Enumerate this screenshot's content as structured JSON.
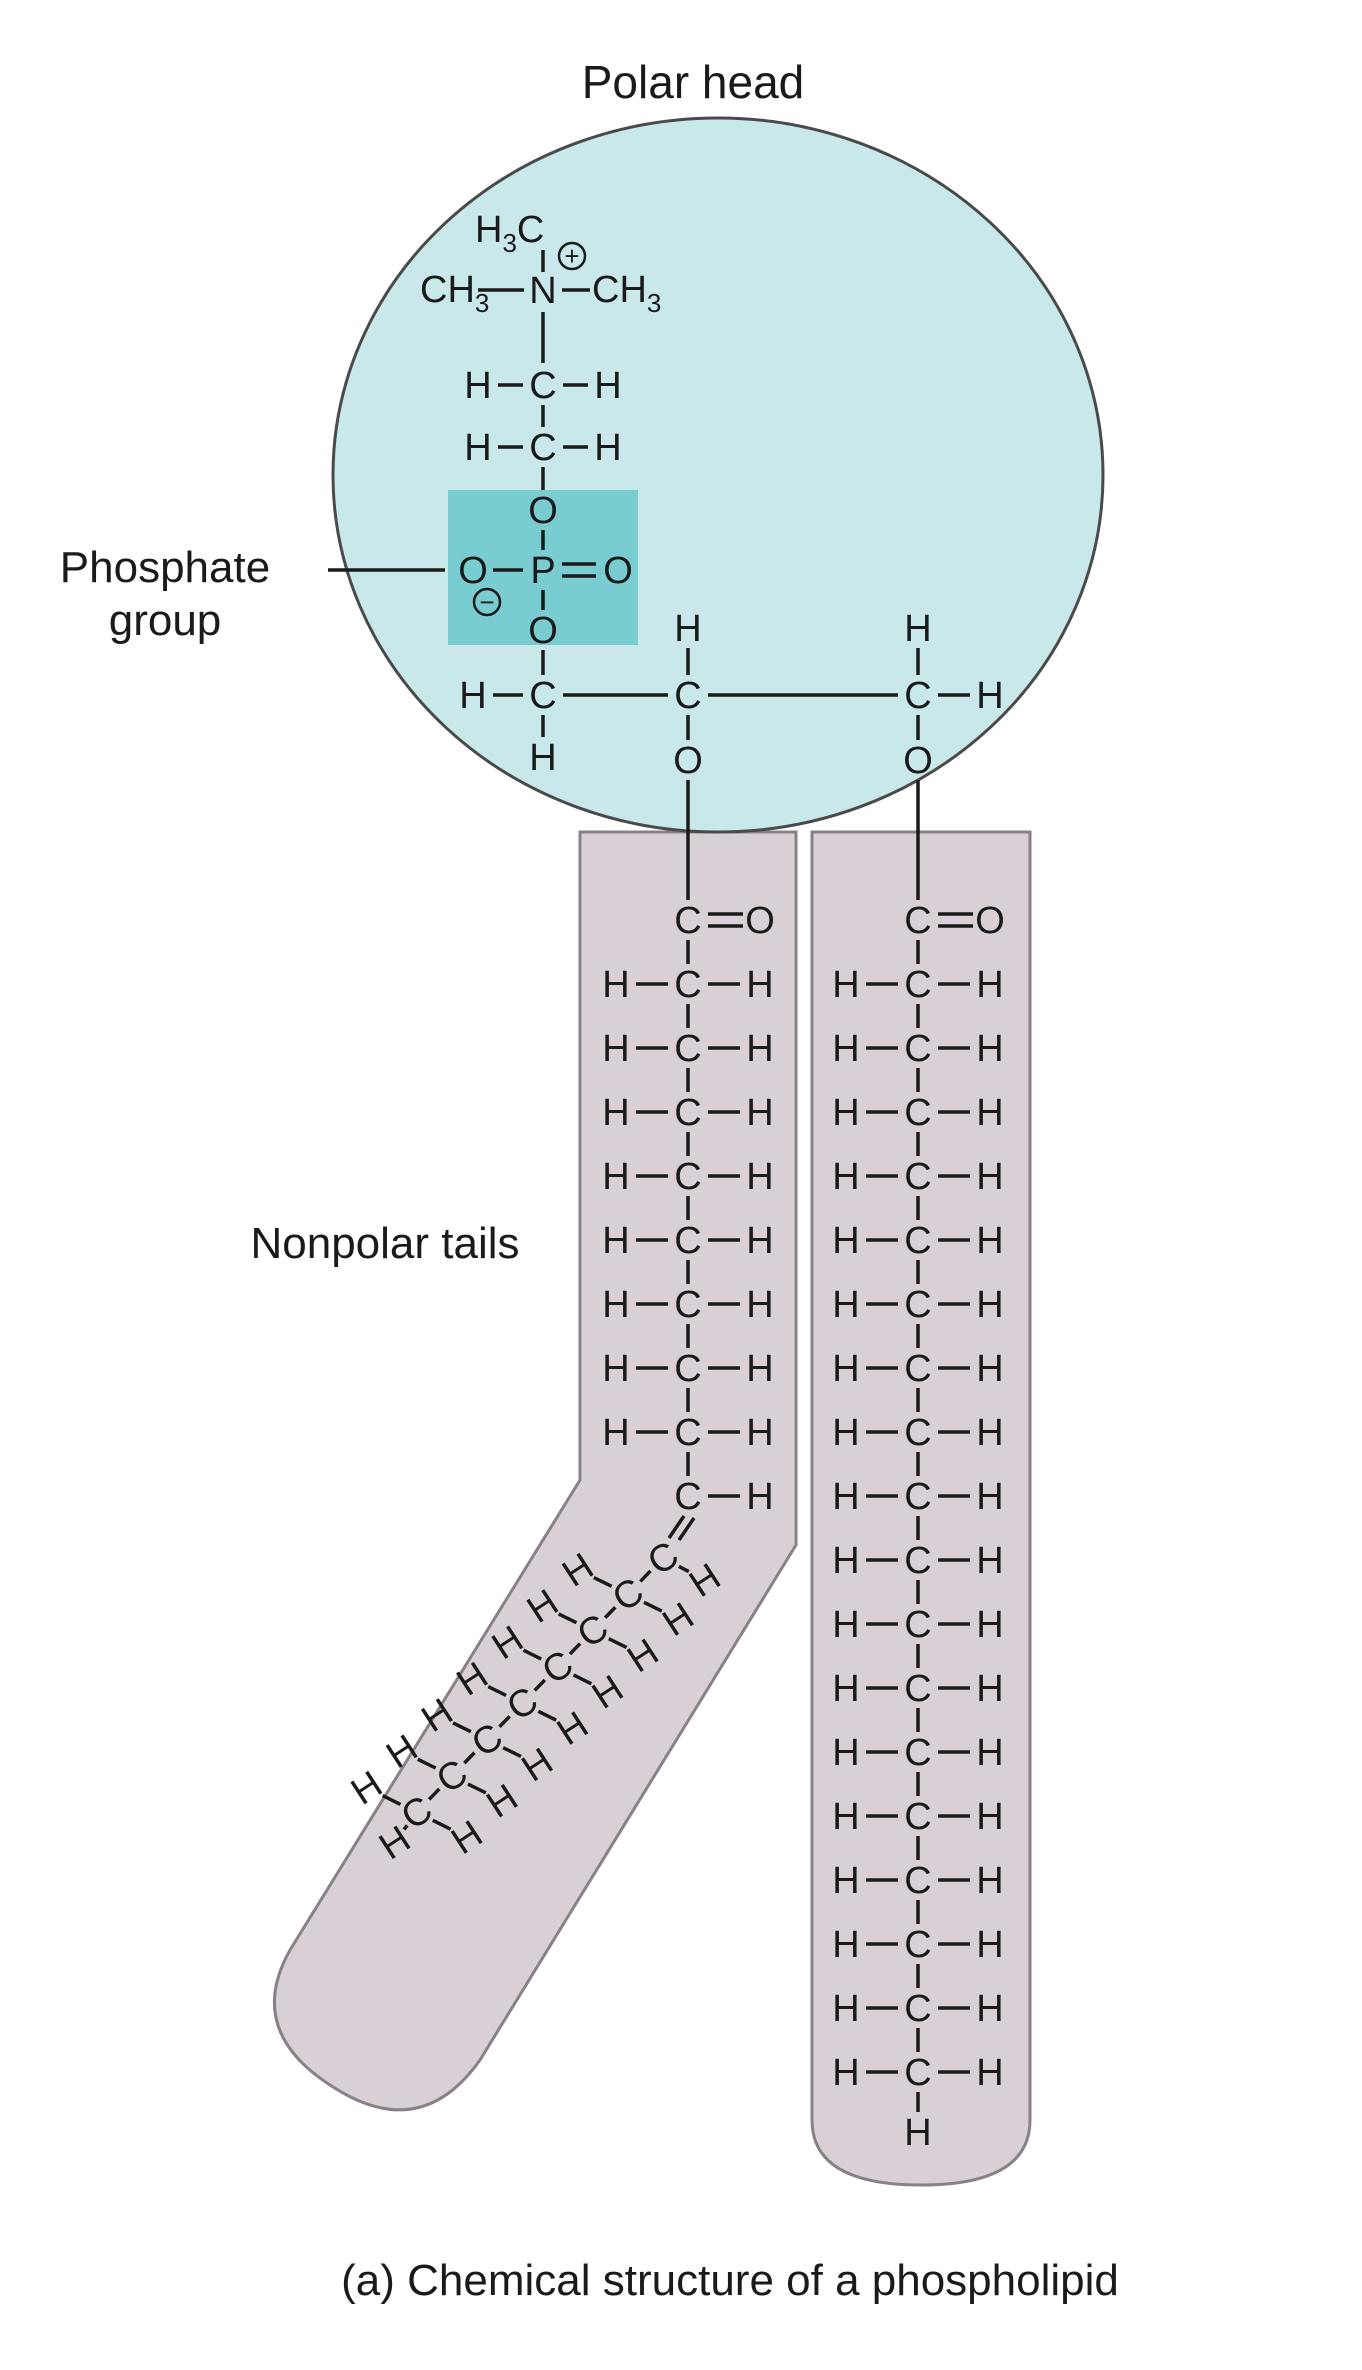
{
  "labels": {
    "polar_head": "Polar head",
    "phosphate_line1": "Phosphate",
    "phosphate_line2": "group",
    "nonpolar_tails": "Nonpolar tails",
    "caption": "(a) Chemical structure of a phospholipid"
  },
  "choline": {
    "methyl_top": "H₃C",
    "methyl_left": "CH₃",
    "nitrogen": "N",
    "methyl_right": "CH₃",
    "positive_charge": "+"
  },
  "phosphate": {
    "left_oxygen": "O",
    "phosphorus": "P",
    "double_oxygen": "O",
    "negative_charge": "−"
  },
  "atoms": {
    "carbon": "C",
    "hydrogen": "H",
    "oxygen": "O"
  },
  "tail1": {
    "ch2_units": 8,
    "terminal_ch": "C–H",
    "bent_units": 7
  },
  "tail2": {
    "ch2_units": 18
  },
  "colors": {
    "head_fill": "#c9e8ea",
    "head_stroke": "#4a4a4a",
    "phosphate_fill": "#79cdd0",
    "tail_fill": "#d8d0d6",
    "tail_stroke": "#8a8088",
    "text": "#1a1a1a"
  }
}
